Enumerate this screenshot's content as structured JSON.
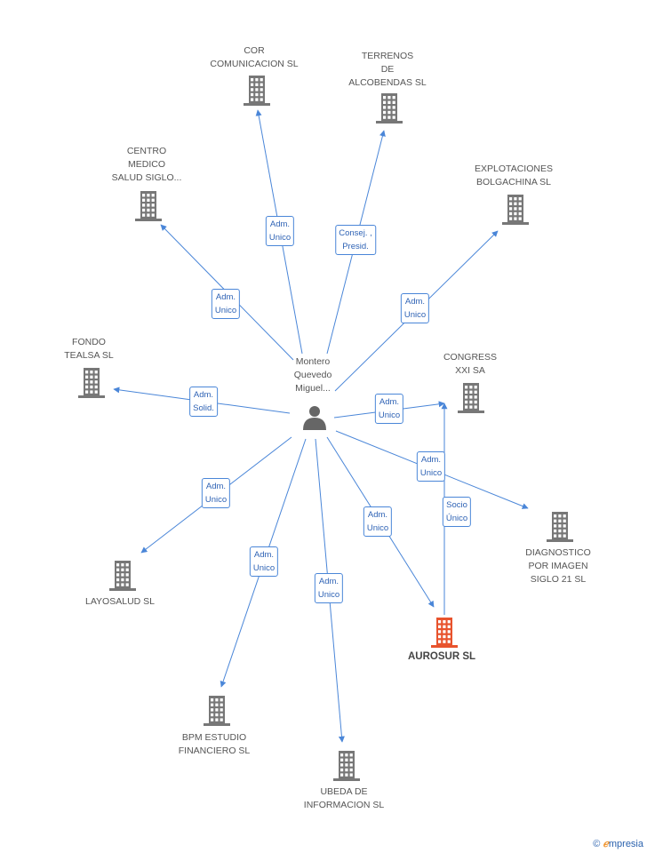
{
  "colors": {
    "building": "#777777",
    "highlight": "#e8532d",
    "edge": "#4a86d8",
    "person": "#666666"
  },
  "center": {
    "name": "Montero\nQuevedo\nMiguel...",
    "icon": "person-icon"
  },
  "nodes": [
    {
      "id": "cor",
      "name": "COR\nCOMUNICACION SL",
      "icon": "building-icon"
    },
    {
      "id": "terrenos",
      "name": "TERRENOS\nDE\nALCOBENDAS SL",
      "icon": "building-icon"
    },
    {
      "id": "centro",
      "name": "CENTRO\nMEDICO\nSALUD SIGLO...",
      "icon": "building-icon"
    },
    {
      "id": "explotaciones",
      "name": "EXPLOTACIONES\nBOLGACHINA SL",
      "icon": "building-icon"
    },
    {
      "id": "fondo",
      "name": "FONDO\nTEALSA SL",
      "icon": "building-icon"
    },
    {
      "id": "congress",
      "name": "CONGRESS\nXXI SA",
      "icon": "building-icon"
    },
    {
      "id": "diagnostico",
      "name": "DIAGNOSTICO\nPOR IMAGEN\nSIGLO 21  SL",
      "icon": "building-icon"
    },
    {
      "id": "layosalud",
      "name": "LAYOSALUD SL",
      "icon": "building-icon"
    },
    {
      "id": "aurosur",
      "name": "AUROSUR SL",
      "icon": "building-icon",
      "highlight": true
    },
    {
      "id": "bpm",
      "name": "BPM ESTUDIO\nFINANCIERO SL",
      "icon": "building-icon"
    },
    {
      "id": "ubeda",
      "name": "UBEDA DE\nINFORMACION SL",
      "icon": "building-icon"
    }
  ],
  "edges": [
    {
      "from": "center",
      "to": "cor",
      "label": "Adm.\nUnico"
    },
    {
      "from": "center",
      "to": "terrenos",
      "label": "Consej. ,\nPresid."
    },
    {
      "from": "center",
      "to": "centro",
      "label": "Adm.\nUnico"
    },
    {
      "from": "center",
      "to": "explotaciones",
      "label": "Adm.\nUnico"
    },
    {
      "from": "center",
      "to": "fondo",
      "label": "Adm.\nSolid."
    },
    {
      "from": "center",
      "to": "congress",
      "label": "Adm.\nUnico"
    },
    {
      "from": "center",
      "to": "diagnostico",
      "label": "Adm.\nUnico"
    },
    {
      "from": "center",
      "to": "layosalud",
      "label": "Adm.\nUnico"
    },
    {
      "from": "center",
      "to": "aurosur",
      "label": "Adm.\nUnico"
    },
    {
      "from": "center",
      "to": "bpm",
      "label": "Adm.\nUnico"
    },
    {
      "from": "center",
      "to": "ubeda",
      "label": "Adm.\nUnico"
    },
    {
      "from": "aurosur",
      "to": "congress",
      "label": "Socio\nÚnico"
    }
  ],
  "footer": {
    "copyright": "©",
    "brand_first": "ℯ",
    "brand_rest": "mpresia"
  }
}
